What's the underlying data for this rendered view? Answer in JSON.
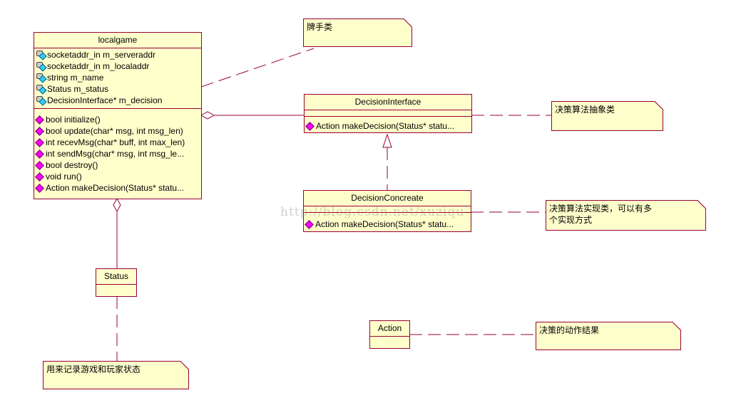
{
  "classes": {
    "localgame": {
      "name": "localgame",
      "attributes": [
        "socketaddr_in m_serveraddr",
        "socketaddr_in m_localaddr",
        "string m_name",
        "Status m_status",
        "DecisionInterface* m_decision"
      ],
      "methods": [
        "bool initialize()",
        "bool update(char* msg, int msg_len)",
        "int recevMsg(char* buff, int max_len)",
        "int sendMsg(char* msg, int msg_le...",
        "bool destroy()",
        "void run()",
        "Action makeDecision(Status* statu..."
      ]
    },
    "decision_interface": {
      "name": "DecisionInterface",
      "methods": [
        "Action makeDecision(Status* statu..."
      ]
    },
    "decision_concreate": {
      "name": "DecisionConcreate",
      "methods": [
        "Action makeDecision(Status* statu..."
      ]
    },
    "status": {
      "name": "Status"
    },
    "action": {
      "name": "Action"
    }
  },
  "notes": {
    "player": "牌手类",
    "interface": "决策算法抽象类",
    "concreate_1": "决策算法实现类，可以有多",
    "concreate_2": "个实现方式",
    "status": "用来记录游戏和玩家状态",
    "action": "决策的动作结果"
  },
  "watermark": "http://blog.csdn.net/xuziqu"
}
